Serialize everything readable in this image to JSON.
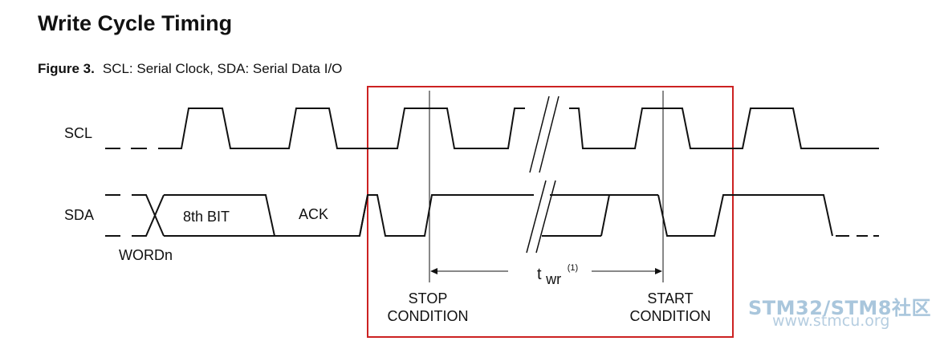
{
  "title": "Write Cycle Timing",
  "figure": {
    "number": "Figure 3.",
    "caption": "SCL: Serial Clock, SDA: Serial Data I/O"
  },
  "signals": {
    "scl": "SCL",
    "sda": "SDA"
  },
  "labels": {
    "eighth_bit": "8th BIT",
    "ack": "ACK",
    "wordn": "WORDn",
    "twr_main": "t",
    "twr_sub": "wr",
    "twr_note": "(1)",
    "stop_line1": "STOP",
    "stop_line2": "CONDITION",
    "start_line1": "START",
    "start_line2": "CONDITION"
  },
  "watermark": {
    "line1": "STM32/STM8社区",
    "line2": "www.stmcu.org"
  },
  "colors": {
    "highlight_box": "#cc2222",
    "waveform": "#111111",
    "watermark": "#a9c6dc"
  }
}
